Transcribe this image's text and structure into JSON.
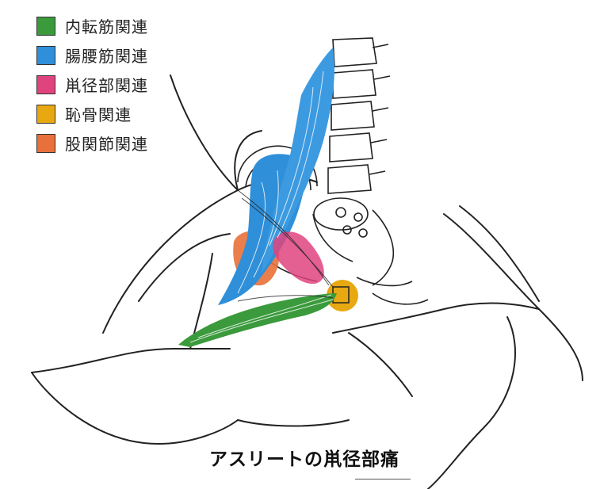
{
  "legend": {
    "items": [
      {
        "label": "内転筋関連",
        "color": "#3a9a3c"
      },
      {
        "label": "腸腰筋関連",
        "color": "#2f8fd8"
      },
      {
        "label": "鼡径部関連",
        "color": "#e0447f"
      },
      {
        "label": "恥骨関連",
        "color": "#e8a812"
      },
      {
        "label": "股関節関連",
        "color": "#e8703a"
      }
    ]
  },
  "caption": "アスリートの鼡径部痛"
}
